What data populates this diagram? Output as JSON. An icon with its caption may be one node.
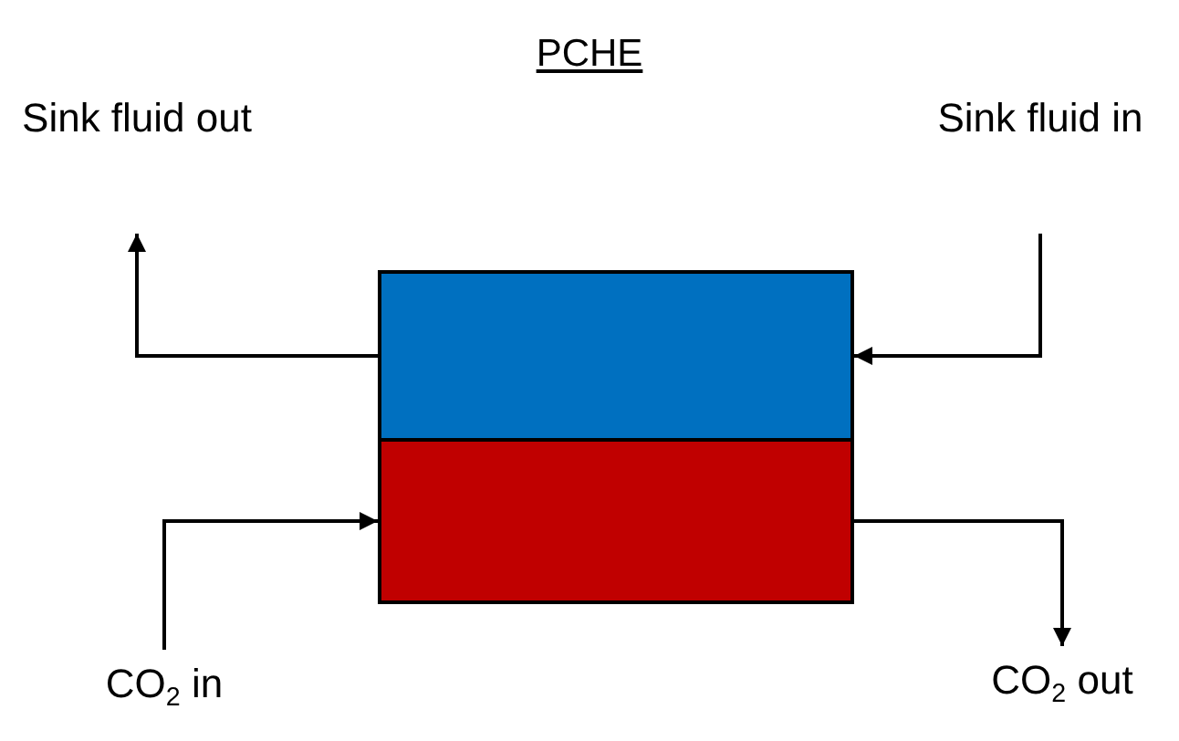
{
  "diagram": {
    "title": "PCHE",
    "nodes": [
      {
        "text": [
          "Sink fluid out"
        ]
      },
      {
        "text": [
          "Sink fluid in"
        ]
      },
      {
        "text": [],
        "shape": "box"
      },
      {
        "text": [],
        "shape": "box"
      },
      {
        "text": [
          "CO$_{2}$ in"
        ]
      },
      {
        "text": [
          "CO$_{2}$ out"
        ]
      }
    ],
    "edges": [
      {
        "from": 2,
        "to": 0,
        "arrow": "to"
      },
      {
        "from": 1,
        "to": 2,
        "arrow": "to"
      },
      {
        "from": 4,
        "to": 3,
        "arrow": "to"
      },
      {
        "from": 3,
        "to": 5,
        "arrow": "to"
      }
    ]
  }
}
